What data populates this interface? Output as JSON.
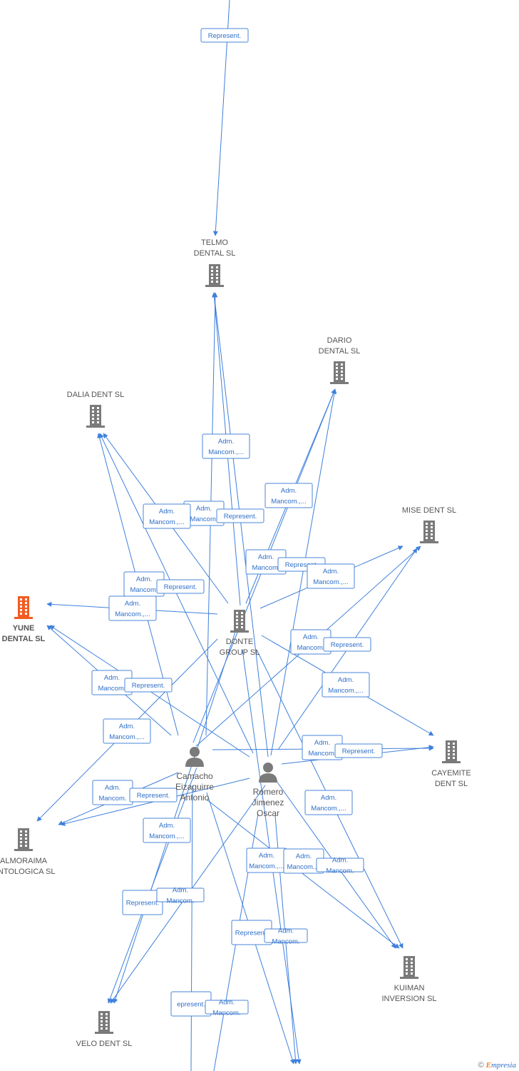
{
  "colors": {
    "edge": "#3f80dc",
    "company_icon": "#7a7a7a",
    "highlight_icon": "#f25c22",
    "label_text": "#2f6fc8",
    "label_border": "#4a86d8"
  },
  "nodes": [
    {
      "id": "telmo",
      "kind": "company",
      "label": [
        "TELMO",
        "DENTAL SL"
      ]
    },
    {
      "id": "dario",
      "kind": "company",
      "label": [
        "DARIO",
        "DENTAL SL"
      ]
    },
    {
      "id": "dalia",
      "kind": "company",
      "label": [
        "DALIA DENT SL"
      ]
    },
    {
      "id": "mise",
      "kind": "company",
      "label": [
        "MISE DENT SL"
      ]
    },
    {
      "id": "yune",
      "kind": "company-highlight",
      "label": [
        "YUNE",
        "DENTAL  SL"
      ]
    },
    {
      "id": "donte",
      "kind": "company",
      "label": [
        "DONTE",
        "GROUP  SL"
      ]
    },
    {
      "id": "cayemite",
      "kind": "company",
      "label": [
        "CAYEMITE",
        "DENT SL"
      ]
    },
    {
      "id": "camacho",
      "kind": "person",
      "label": [
        "Camacho",
        "Eizaguirre",
        "Antonio"
      ]
    },
    {
      "id": "romero",
      "kind": "person",
      "label": [
        "Romero",
        "Jimenez",
        "Oscar"
      ]
    },
    {
      "id": "almoraima",
      "kind": "company",
      "label": [
        "ALMORAIMA",
        "ONTOLOGICA SL"
      ]
    },
    {
      "id": "kuiman",
      "kind": "company",
      "label": [
        "KUIMAN",
        "INVERSION SL"
      ]
    },
    {
      "id": "velo",
      "kind": "company",
      "label": [
        "VELO DENT SL"
      ]
    }
  ],
  "edge_labels": [
    [
      "Represent."
    ],
    [
      "Adm.",
      "Mancom.,..."
    ],
    [
      "Adm.",
      "Mancom.,..."
    ],
    [
      "Adm.",
      "Mancom."
    ],
    [
      "Represent."
    ],
    [
      "Adm.",
      "Mancom.,..."
    ],
    [
      "Adm.",
      "Mancom."
    ],
    [
      "Represent."
    ],
    [
      "Adm.",
      "Mancom.,..."
    ],
    [
      "Adm.",
      "Mancom."
    ],
    [
      "Represent."
    ],
    [
      "Adm.",
      "Mancom.,..."
    ],
    [
      "Adm.",
      "Mancom."
    ],
    [
      "Represent."
    ],
    [
      "Adm.",
      "Mancom.,..."
    ],
    [
      "Adm.",
      "Mancom."
    ],
    [
      "Represent."
    ],
    [
      "Adm.",
      "Mancom.,..."
    ],
    [
      "Adm.",
      "Mancom."
    ],
    [
      "Represent."
    ],
    [
      "Adm.",
      "Mancom."
    ],
    [
      "Represent."
    ],
    [
      "Adm.",
      "Mancom.,..."
    ],
    [
      "Adm.",
      "Mancom.,..."
    ],
    [
      "Adm.",
      "Mancom.,..."
    ],
    [
      "Adm.",
      "Mancom...."
    ],
    [
      "Adm.",
      "Mancom."
    ],
    [
      "Represent."
    ],
    [
      "Adm.",
      "Mancom."
    ],
    [
      "Represent."
    ],
    [
      "Adm.",
      "Mancom."
    ],
    [
      "epresent."
    ],
    [
      "Adm.",
      "Mancom."
    ],
    [
      "Represent."
    ]
  ],
  "footer": {
    "copyright": "©",
    "brand_first": "E",
    "brand_rest": "mpresia"
  }
}
